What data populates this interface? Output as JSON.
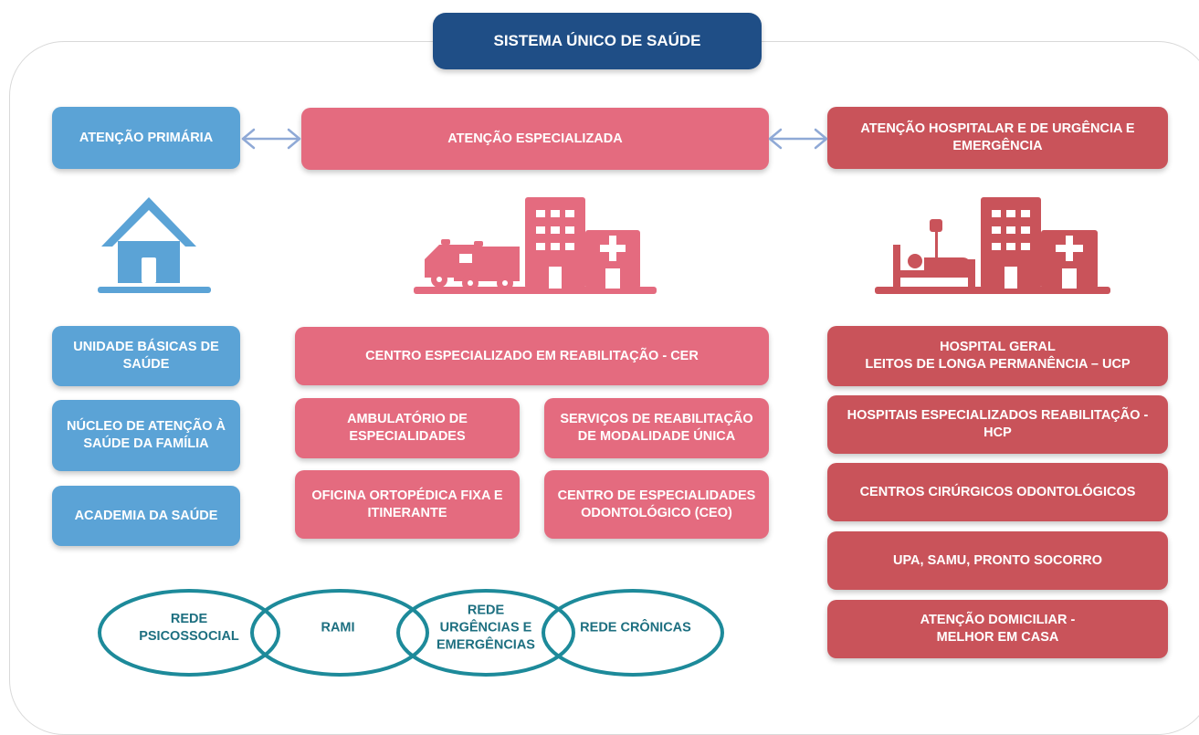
{
  "title": "SISTEMA ÚNICO DE SAÚDE",
  "levels": {
    "primary": "ATENÇÃO PRIMÁRIA",
    "specialized": "ATENÇÃO ESPECIALIZADA",
    "hospital": "ATENÇÃO HOSPITALAR E DE URGÊNCIA E\nEMERGÊNCIA"
  },
  "primary_items": [
    "UNIDADE BÁSICAS DE\nSAÚDE",
    "NÚCLEO DE ATENÇÃO À\nSAÚDE DA FAMÍLIA",
    "ACADEMIA DA SAÚDE"
  ],
  "specialized_items": {
    "cer": "CENTRO ESPECIALIZADO EM REABILITAÇÃO - CER",
    "ambulatorio": "AMBULATÓRIO DE\nESPECIALIDADES",
    "servicos": "SERVIÇOS DE REABILITAÇÃO\nDE MODALIDADE ÚNICA",
    "oficina": "OFICINA ORTOPÉDICA FIXA E\nITINERANTE",
    "ceo": "CENTRO DE ESPECIALIDADES\nODONTOLÓGICO (CEO)"
  },
  "hospital_items": [
    "HOSPITAL GERAL\nLEITOS DE LONGA PERMANÊNCIA – UCP",
    "HOSPITAIS ESPECIALIZADOS REABILITAÇÃO -\nHCP",
    "CENTROS CIRÚRGICOS ODONTOLÓGICOS",
    "UPA, SAMU, PRONTO SOCORRO",
    "ATENÇÃO DOMICILIAR -\nMELHOR EM CASA"
  ],
  "networks": [
    "REDE\nPSICOSSOCIAL",
    "RAMI",
    "REDE\nURGÊNCIAS E\nEMERGÊNCIAS",
    "REDE CRÔNICAS"
  ],
  "colors": {
    "title": "#1f4e86",
    "primary": "#5ba3d6",
    "specialized": "#e46b7f",
    "hospital": "#c9535a",
    "network": "#1d8a9a",
    "arrow": "#8fa9d6"
  },
  "icons": {
    "primary": "house-clinic-icon",
    "specialized": "ambulances-hospital-icon",
    "hospital": "hospital-bed-icon"
  }
}
